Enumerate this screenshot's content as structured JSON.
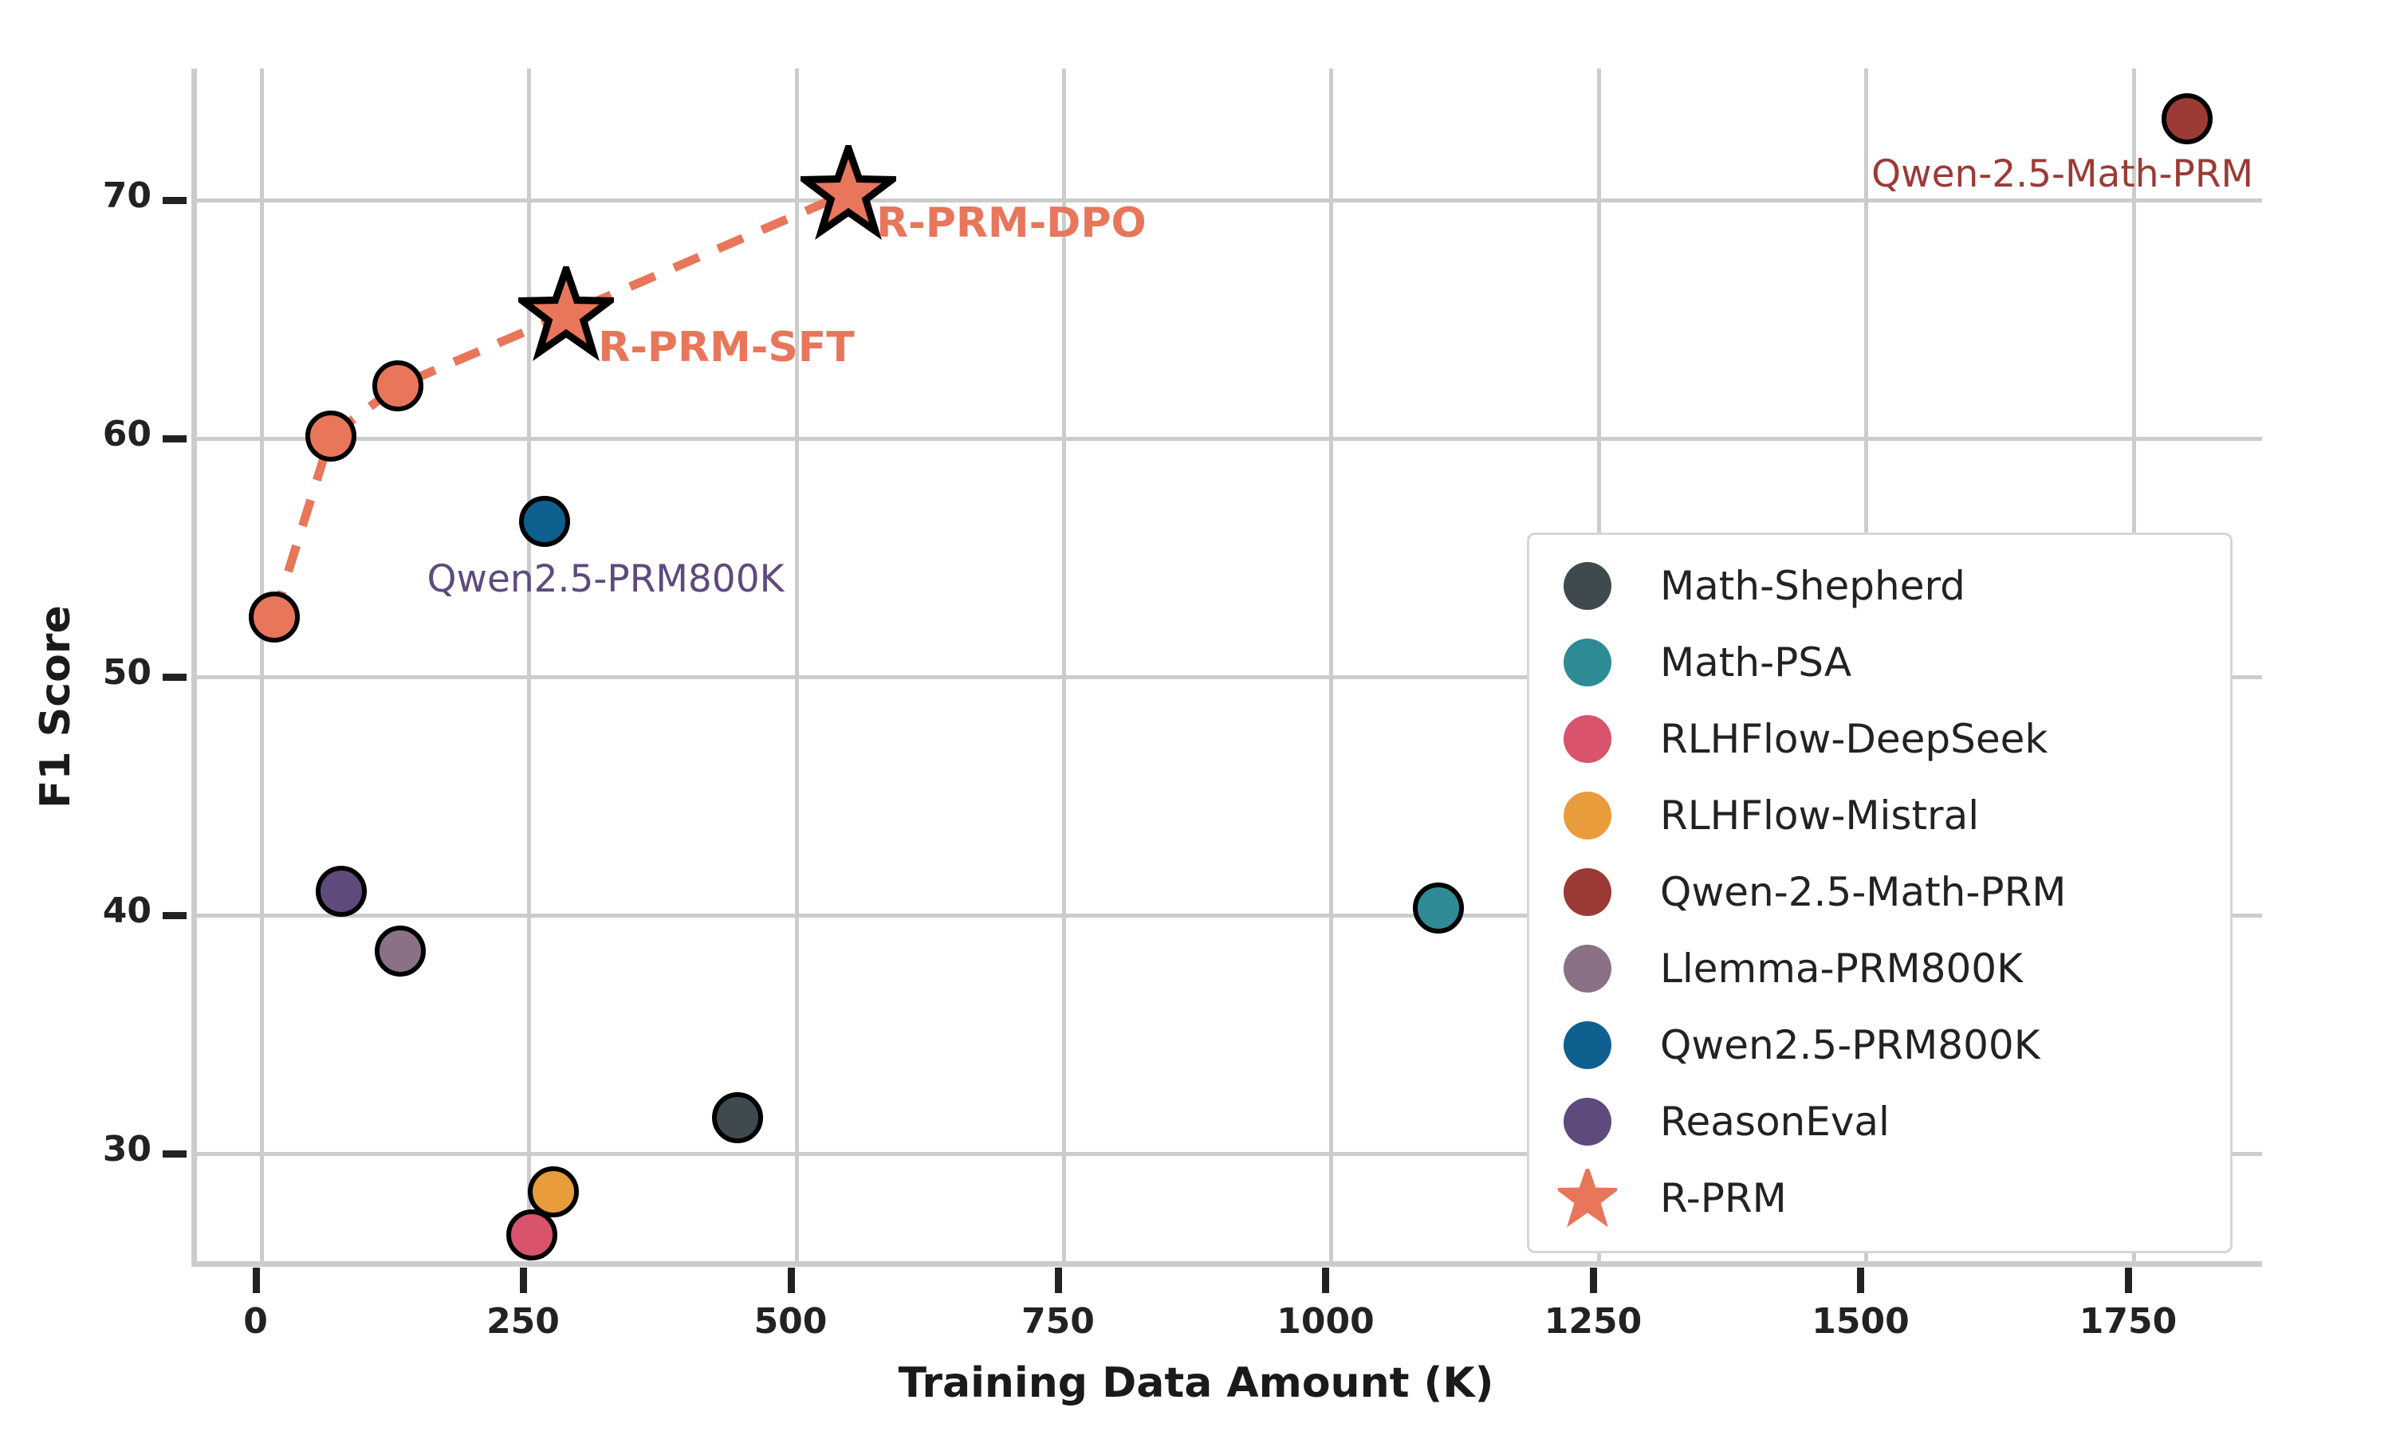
{
  "chart_data": {
    "type": "scatter",
    "title": "",
    "xlabel": "Training Data Amount (K)",
    "ylabel": "F1 Score",
    "xlim": [
      -60,
      1870
    ],
    "ylim": [
      25.5,
      75.5
    ],
    "xticks": [
      0,
      250,
      500,
      750,
      1000,
      1250,
      1500,
      1750
    ],
    "yticks": [
      30,
      40,
      50,
      60,
      70
    ],
    "xtick_labels": [
      "0",
      "250",
      "500",
      "750",
      "1000",
      "1250",
      "1500",
      "1750"
    ],
    "ytick_labels": [
      "30",
      "40",
      "50",
      "60",
      "70"
    ],
    "grid": true,
    "legend_position": "center right",
    "series": [
      {
        "name": "Math-Shepherd",
        "color": "#3f4a4f",
        "marker": "circle",
        "points": [
          {
            "x": 445,
            "y": 31.5
          }
        ]
      },
      {
        "name": "Math-PSA",
        "color": "#2e8b96",
        "marker": "circle",
        "points": [
          {
            "x": 1100,
            "y": 40.3
          }
        ]
      },
      {
        "name": "RLHFlow-DeepSeek",
        "color": "#d8536b",
        "marker": "circle",
        "points": [
          {
            "x": 253,
            "y": 26.6
          }
        ]
      },
      {
        "name": "RLHFlow-Mistral",
        "color": "#e89c3c",
        "marker": "circle",
        "points": [
          {
            "x": 273,
            "y": 28.4
          }
        ]
      },
      {
        "name": "Qwen-2.5-Math-PRM",
        "color": "#9c3a36",
        "marker": "circle",
        "points": [
          {
            "x": 1800,
            "y": 73.4
          }
        ]
      },
      {
        "name": "Llemma-PRM800K",
        "color": "#8a7185",
        "marker": "circle",
        "points": [
          {
            "x": 130,
            "y": 38.5
          }
        ]
      },
      {
        "name": "Qwen2.5-PRM800K",
        "color": "#0f5f8f",
        "marker": "circle",
        "points": [
          {
            "x": 265,
            "y": 56.5
          }
        ]
      },
      {
        "name": "ReasonEval",
        "color": "#5e4a7d",
        "marker": "circle",
        "points": [
          {
            "x": 75,
            "y": 41.0
          }
        ]
      },
      {
        "name": "R-PRM",
        "color": "#e8765a",
        "marker": "star",
        "points": [
          {
            "x": 12,
            "y": 52.5,
            "marker": "circle"
          },
          {
            "x": 65,
            "y": 60.1,
            "marker": "circle"
          },
          {
            "x": 128,
            "y": 62.2,
            "marker": "circle"
          },
          {
            "x": 285,
            "y": 65.2,
            "marker": "star"
          },
          {
            "x": 549,
            "y": 70.3,
            "marker": "star"
          }
        ],
        "connected": true,
        "linestyle": "dashed"
      }
    ],
    "annotations": [
      {
        "text": "R-PRM-DPO",
        "color": "#e8765a",
        "x": 575,
        "y": 69.0,
        "bold": true
      },
      {
        "text": "R-PRM-SFT",
        "color": "#e8765a",
        "x": 315,
        "y": 63.8,
        "bold": true
      },
      {
        "text": "Qwen2.5-PRM800K",
        "color": "#5e4a7d",
        "x": 155,
        "y": 54.0,
        "bold": false
      },
      {
        "text": "Qwen-2.5-Math-PRM",
        "color": "#9c3a36",
        "x": 1505,
        "y": 71.0,
        "bold": false
      }
    ]
  },
  "legend": {
    "items": [
      {
        "label": "Math-Shepherd",
        "color": "#3f4a4f",
        "marker": "circle"
      },
      {
        "label": "Math-PSA",
        "color": "#2e8b96",
        "marker": "circle"
      },
      {
        "label": "RLHFlow-DeepSeek",
        "color": "#d8536b",
        "marker": "circle"
      },
      {
        "label": "RLHFlow-Mistral",
        "color": "#e89c3c",
        "marker": "circle"
      },
      {
        "label": "Qwen-2.5-Math-PRM",
        "color": "#9c3a36",
        "marker": "circle"
      },
      {
        "label": "Llemma-PRM800K",
        "color": "#8a7185",
        "marker": "circle"
      },
      {
        "label": "Qwen2.5-PRM800K",
        "color": "#0f5f8f",
        "marker": "circle"
      },
      {
        "label": "ReasonEval",
        "color": "#5e4a7d",
        "marker": "circle"
      },
      {
        "label": "R-PRM",
        "color": "#e8765a",
        "marker": "star"
      }
    ]
  },
  "style": {
    "grid_color": "#cccccc",
    "axis_color": "#cccccc",
    "tick_color": "#222222",
    "text_color": "#222222",
    "background": "#ffffff",
    "marker_edge": "#000000"
  }
}
